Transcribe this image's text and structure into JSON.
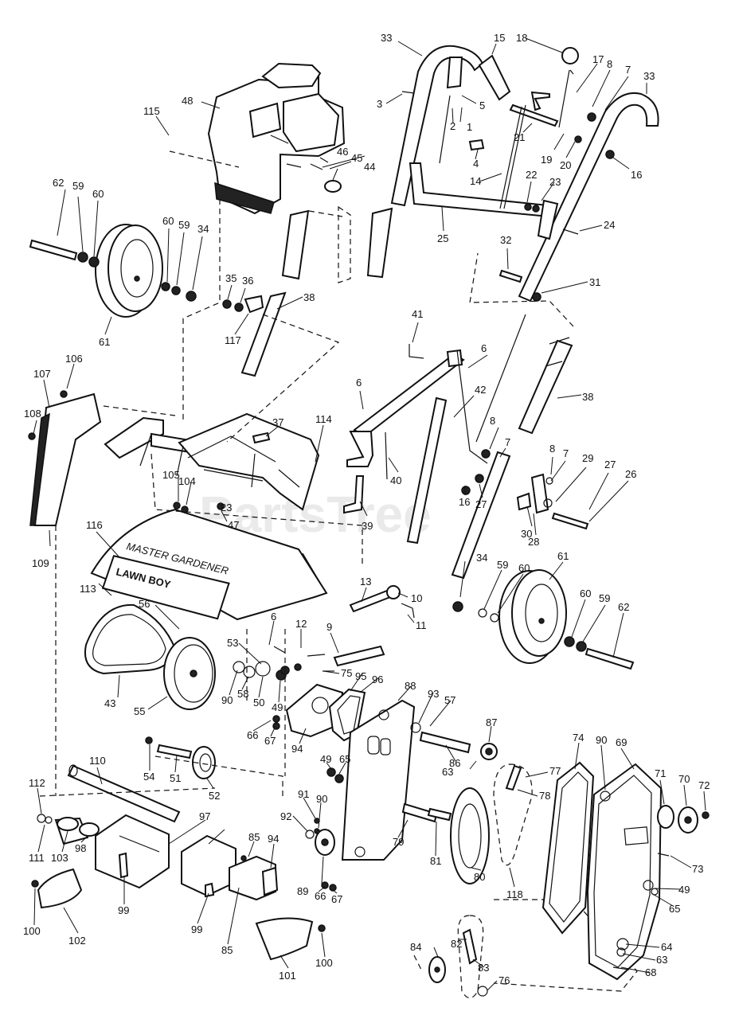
{
  "watermark": "PartsTree",
  "housing_text": {
    "line1": "MASTER GARDENER",
    "line2": "LAWN BOY"
  },
  "callouts": [
    {
      "id": "c1",
      "text": "1"
    },
    {
      "id": "c2",
      "text": "2"
    },
    {
      "id": "c3",
      "text": "3"
    },
    {
      "id": "c4",
      "text": "4"
    },
    {
      "id": "c5",
      "text": "5"
    },
    {
      "id": "c6a",
      "text": "6"
    },
    {
      "id": "c6b",
      "text": "6"
    },
    {
      "id": "c6c",
      "text": "6"
    },
    {
      "id": "c7a",
      "text": "7"
    },
    {
      "id": "c7b",
      "text": "7"
    },
    {
      "id": "c7c",
      "text": "7"
    },
    {
      "id": "c8a",
      "text": "8"
    },
    {
      "id": "c8b",
      "text": "8"
    },
    {
      "id": "c8c",
      "text": "8"
    },
    {
      "id": "c9",
      "text": "9"
    },
    {
      "id": "c10",
      "text": "10"
    },
    {
      "id": "c11",
      "text": "11"
    },
    {
      "id": "c12",
      "text": "12"
    },
    {
      "id": "c13",
      "text": "13"
    },
    {
      "id": "c14",
      "text": "14"
    },
    {
      "id": "c15",
      "text": "15"
    },
    {
      "id": "c16a",
      "text": "16"
    },
    {
      "id": "c16b",
      "text": "16"
    },
    {
      "id": "c17",
      "text": "17"
    },
    {
      "id": "c18",
      "text": "18"
    },
    {
      "id": "c19",
      "text": "19"
    },
    {
      "id": "c20",
      "text": "20"
    },
    {
      "id": "c21",
      "text": "21"
    },
    {
      "id": "c22",
      "text": "22"
    },
    {
      "id": "c23a",
      "text": "23"
    },
    {
      "id": "c23b",
      "text": "23"
    },
    {
      "id": "c24",
      "text": "24"
    },
    {
      "id": "c25",
      "text": "25"
    },
    {
      "id": "c26",
      "text": "26"
    },
    {
      "id": "c27a",
      "text": "27"
    },
    {
      "id": "c27b",
      "text": "27"
    },
    {
      "id": "c28",
      "text": "28"
    },
    {
      "id": "c29",
      "text": "29"
    },
    {
      "id": "c30",
      "text": "30"
    },
    {
      "id": "c31",
      "text": "31"
    },
    {
      "id": "c32",
      "text": "32"
    },
    {
      "id": "c33a",
      "text": "33"
    },
    {
      "id": "c33b",
      "text": "33"
    },
    {
      "id": "c34a",
      "text": "34"
    },
    {
      "id": "c34b",
      "text": "34"
    },
    {
      "id": "c35",
      "text": "35"
    },
    {
      "id": "c36",
      "text": "36"
    },
    {
      "id": "c37",
      "text": "37"
    },
    {
      "id": "c38a",
      "text": "38"
    },
    {
      "id": "c38b",
      "text": "38"
    },
    {
      "id": "c39",
      "text": "39"
    },
    {
      "id": "c40",
      "text": "40"
    },
    {
      "id": "c41",
      "text": "41"
    },
    {
      "id": "c42",
      "text": "42"
    },
    {
      "id": "c43",
      "text": "43"
    },
    {
      "id": "c44",
      "text": "44"
    },
    {
      "id": "c45",
      "text": "45"
    },
    {
      "id": "c46",
      "text": "46"
    },
    {
      "id": "c47",
      "text": "47"
    },
    {
      "id": "c48",
      "text": "48"
    },
    {
      "id": "c49a",
      "text": "49"
    },
    {
      "id": "c49b",
      "text": "49"
    },
    {
      "id": "c49c",
      "text": "49"
    },
    {
      "id": "c50",
      "text": "50"
    },
    {
      "id": "c51",
      "text": "51"
    },
    {
      "id": "c52",
      "text": "52"
    },
    {
      "id": "c53",
      "text": "53"
    },
    {
      "id": "c54",
      "text": "54"
    },
    {
      "id": "c55",
      "text": "55"
    },
    {
      "id": "c56",
      "text": "56"
    },
    {
      "id": "c57",
      "text": "57"
    },
    {
      "id": "c58",
      "text": "58"
    },
    {
      "id": "c59a",
      "text": "59"
    },
    {
      "id": "c59b",
      "text": "59"
    },
    {
      "id": "c59c",
      "text": "59"
    },
    {
      "id": "c59d",
      "text": "59"
    },
    {
      "id": "c60a",
      "text": "60"
    },
    {
      "id": "c60b",
      "text": "60"
    },
    {
      "id": "c60c",
      "text": "60"
    },
    {
      "id": "c60d",
      "text": "60"
    },
    {
      "id": "c61a",
      "text": "61"
    },
    {
      "id": "c61b",
      "text": "61"
    },
    {
      "id": "c62a",
      "text": "62"
    },
    {
      "id": "c62b",
      "text": "62"
    },
    {
      "id": "c63a",
      "text": "63"
    },
    {
      "id": "c63b",
      "text": "63"
    },
    {
      "id": "c64",
      "text": "64"
    },
    {
      "id": "c65a",
      "text": "65"
    },
    {
      "id": "c65b",
      "text": "65"
    },
    {
      "id": "c66a",
      "text": "66"
    },
    {
      "id": "c66b",
      "text": "66"
    },
    {
      "id": "c67a",
      "text": "67"
    },
    {
      "id": "c67b",
      "text": "67"
    },
    {
      "id": "c68",
      "text": "68"
    },
    {
      "id": "c69",
      "text": "69"
    },
    {
      "id": "c70",
      "text": "70"
    },
    {
      "id": "c71",
      "text": "71"
    },
    {
      "id": "c72",
      "text": "72"
    },
    {
      "id": "c73",
      "text": "73"
    },
    {
      "id": "c74",
      "text": "74"
    },
    {
      "id": "c75",
      "text": "75"
    },
    {
      "id": "c76",
      "text": "76"
    },
    {
      "id": "c77",
      "text": "77"
    },
    {
      "id": "c78",
      "text": "78"
    },
    {
      "id": "c79",
      "text": "79"
    },
    {
      "id": "c80",
      "text": "80"
    },
    {
      "id": "c81",
      "text": "81"
    },
    {
      "id": "c82",
      "text": "82"
    },
    {
      "id": "c83",
      "text": "83"
    },
    {
      "id": "c84",
      "text": "84"
    },
    {
      "id": "c85a",
      "text": "85"
    },
    {
      "id": "c85b",
      "text": "85"
    },
    {
      "id": "c86",
      "text": "86"
    },
    {
      "id": "c87",
      "text": "87"
    },
    {
      "id": "c88",
      "text": "88"
    },
    {
      "id": "c89",
      "text": "89"
    },
    {
      "id": "c90a",
      "text": "90"
    },
    {
      "id": "c90b",
      "text": "90"
    },
    {
      "id": "c90c",
      "text": "90"
    },
    {
      "id": "c91",
      "text": "91"
    },
    {
      "id": "c92",
      "text": "92"
    },
    {
      "id": "c93",
      "text": "93"
    },
    {
      "id": "c94a",
      "text": "94"
    },
    {
      "id": "c94b",
      "text": "94"
    },
    {
      "id": "c95",
      "text": "95"
    },
    {
      "id": "c96",
      "text": "96"
    },
    {
      "id": "c97",
      "text": "97"
    },
    {
      "id": "c98",
      "text": "98"
    },
    {
      "id": "c99a",
      "text": "99"
    },
    {
      "id": "c99b",
      "text": "99"
    },
    {
      "id": "c100a",
      "text": "100"
    },
    {
      "id": "c100b",
      "text": "100"
    },
    {
      "id": "c101",
      "text": "101"
    },
    {
      "id": "c102",
      "text": "102"
    },
    {
      "id": "c103",
      "text": "103"
    },
    {
      "id": "c104",
      "text": "104"
    },
    {
      "id": "c105",
      "text": "105"
    },
    {
      "id": "c106",
      "text": "106"
    },
    {
      "id": "c107",
      "text": "107"
    },
    {
      "id": "c108",
      "text": "108"
    },
    {
      "id": "c109",
      "text": "109"
    },
    {
      "id": "c110",
      "text": "110"
    },
    {
      "id": "c111",
      "text": "111"
    },
    {
      "id": "c112",
      "text": "112"
    },
    {
      "id": "c113",
      "text": "113"
    },
    {
      "id": "c114",
      "text": "114"
    },
    {
      "id": "c115",
      "text": "115"
    },
    {
      "id": "c116",
      "text": "116"
    },
    {
      "id": "c117",
      "text": "117"
    },
    {
      "id": "c118",
      "text": "118"
    }
  ]
}
